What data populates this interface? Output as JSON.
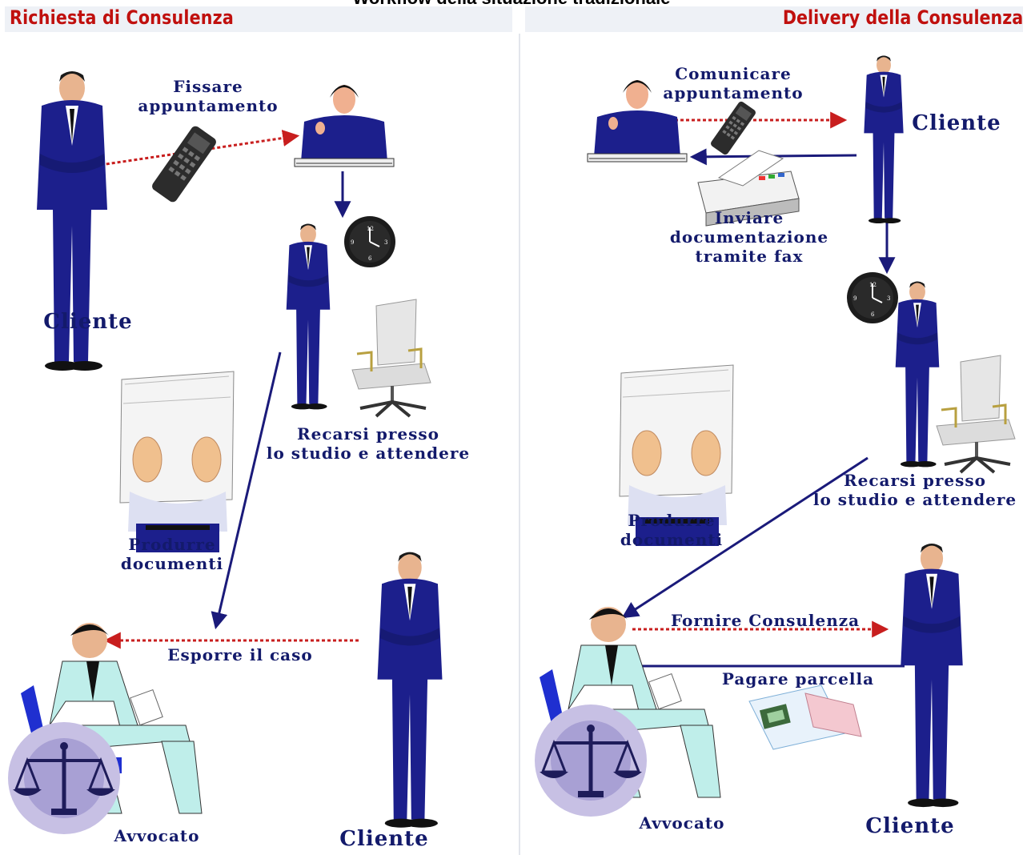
{
  "title": "Workflow della situazione tradizionale",
  "left_panel": {
    "heading": "Richiesta di Consulenza",
    "labels": {
      "fissare": "Fissare\nappuntamento",
      "cliente_top": "Cliente",
      "recarsi": "Recarsi presso\nlo studio e attendere",
      "produrre": "Produrre\ndocumenti",
      "esporre": "Esporre il caso",
      "avvocato": "Avvocato",
      "cliente_bottom": "Cliente"
    }
  },
  "right_panel": {
    "heading": "Delivery della Consulenza",
    "labels": {
      "comunicare": "Comunicare\nappuntamento",
      "cliente_top": "Cliente",
      "inviare": "Inviare\ndocumentazione\ntramite fax",
      "produrre": "Produrre\ndocumenti",
      "recarsi": "Recarsi presso\nlo studio e attendere",
      "fornire": "Fornire Consulenza",
      "pagare": "Pagare parcella",
      "avvocato": "Avvocato",
      "cliente_bottom": "Cliente"
    }
  },
  "colors": {
    "heading": "#c0100e",
    "label": "#131a6b",
    "suit": "#1c1f8c",
    "dotted_arrow": "#c81e1e",
    "solid_arrow": "#1a1a7a",
    "lawyer_suit": "#bfeeea"
  },
  "icons": [
    "businessman-figure",
    "secretary-figure",
    "telephone-icon",
    "clock-icon",
    "office-chair-icon",
    "documents-hands-icon",
    "lawyer-figure",
    "scales-of-justice-icon",
    "fax-machine-icon",
    "money-bills-icon"
  ]
}
